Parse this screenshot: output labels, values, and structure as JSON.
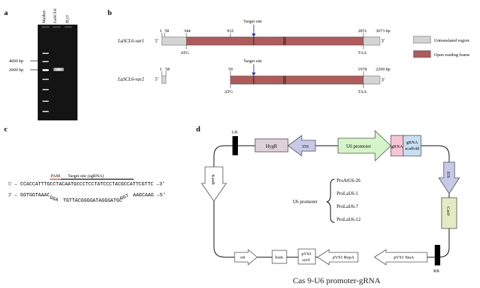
{
  "panels": {
    "a": "a",
    "b": "b",
    "c": "c",
    "d": "d"
  },
  "gel": {
    "lanes": [
      "Marker",
      "LaSCL6",
      "H₂O"
    ],
    "markers": [
      "4000 bp",
      "2000 bp"
    ]
  },
  "gene": {
    "var1": {
      "name": "LaSCL6-var1",
      "positions": [
        "1",
        "58",
        "344",
        "932",
        "2851",
        "3073 bp"
      ],
      "target": "Target site",
      "start": "ATG",
      "stop": "TAA"
    },
    "var2": {
      "name": "LaSCL6-var2",
      "positions": [
        "1",
        "58",
        "59",
        "1978",
        "2200 bp"
      ],
      "target": "Target site",
      "start": "ATG",
      "stop": "TAA"
    },
    "prime5": "5′",
    "prime3": "3′",
    "legend": [
      "Untranslated region",
      "Open reading frame"
    ],
    "colors": {
      "utr": "#d4d4d4",
      "orf": "#b05a5a"
    }
  },
  "sequence": {
    "pam": "PAM",
    "target_label": "Target site (sgRNA)",
    "top_left": "5′",
    "top_seq": "– CCACCATTTGCCTACAATGCCCTCCTATCCCTACGCCATTCGTTC –3′",
    "bottom_left": "3′",
    "bottom_seq1": "– GGTGGTAAAC",
    "bottom_wave1": "GGA",
    "bottom_seq2": "TGTTACGGGGATAGGGATGC",
    "bottom_wave2": "GGT",
    "bottom_seq3": "AAGCAAG –5′"
  },
  "plasmid": {
    "lb": "LB",
    "rb": "RB",
    "hygr": "HygR",
    "p35s_top": "35S",
    "u6": "U6 promoter",
    "grna": "gRNA",
    "scaffold_line1": "gRNA",
    "scaffold_line2": "scaffold",
    "p35s_right": "35S",
    "cas9": "Cas9",
    "kanr": "KanR",
    "ori": "ori",
    "bom": "bom",
    "pvs1_oriv_line1": "pVS1",
    "pvs1_oriv_line2": "oriV",
    "pvs1_repa": "pVS1 RepA",
    "pvs1_staa": "pVS1 StaA",
    "u6_label": "U6 promoter",
    "u6_list": [
      "ProAtU6-26",
      "ProLaU6-1",
      "ProLaU6-7",
      "ProLaU6-12"
    ],
    "caption": "Cas 9-U6 promoter-gRNA",
    "colors": {
      "hygr": "#ddd0d8",
      "arrow35s": "#c7c9e8",
      "u6": "#d4f5c7",
      "grna": "#f7c5d6",
      "scaffold": "#c8dff2",
      "cas9": "#e4eac4"
    }
  }
}
